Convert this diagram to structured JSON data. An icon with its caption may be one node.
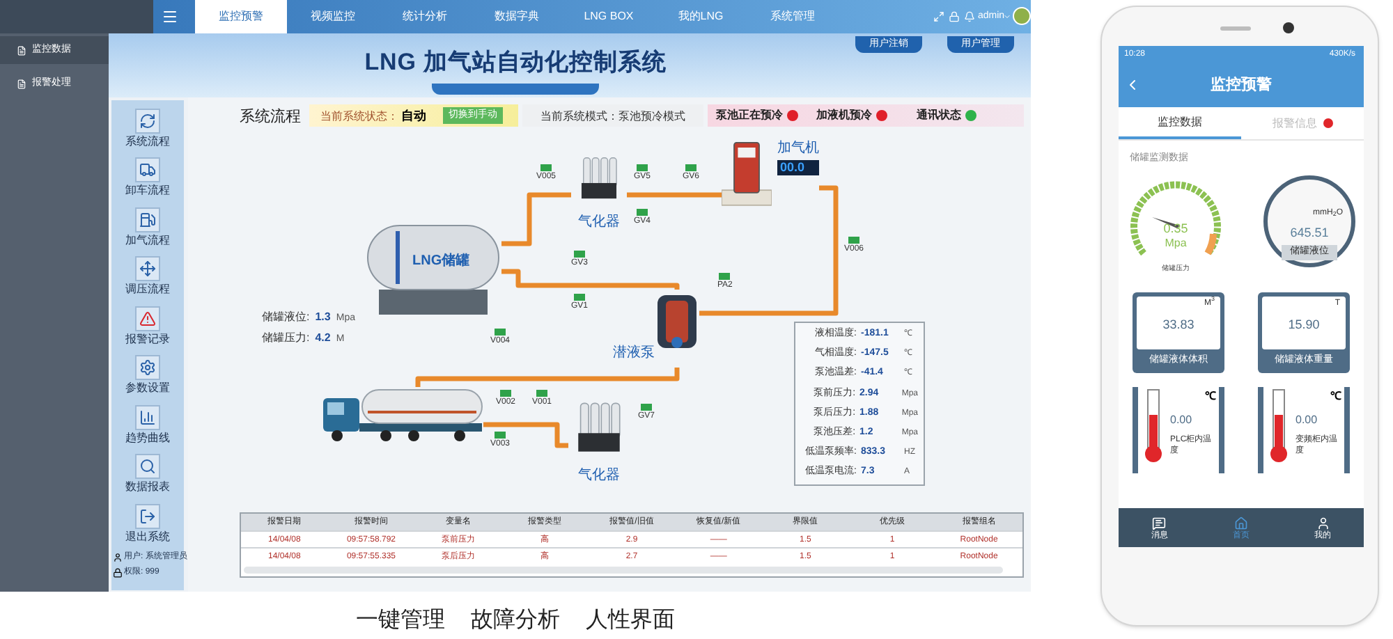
{
  "diagram": {
    "title": "LNG 加气站自动化控制系统",
    "caption": "一键管理 故障分析 人性界面",
    "nodes": [
      {
        "text": [
          "LNG储罐"
        ]
      },
      {
        "text": [
          "气化器"
        ]
      },
      {
        "text": [
          "加气机"
        ]
      },
      {
        "text": [
          "潜液泵"
        ]
      },
      {
        "text": [
          "气化器"
        ]
      },
      {
        "text": [],
        "shape": "picture"
      }
    ],
    "edges": [
      {
        "from": 0,
        "to": 1,
        "arrow": "none"
      },
      {
        "from": 1,
        "to": 2,
        "arrow": "none"
      },
      {
        "from": 0,
        "to": 3,
        "arrow": "none"
      },
      {
        "from": 3,
        "to": 2,
        "arrow": "none"
      },
      {
        "from": 5,
        "to": 4,
        "arrow": "none"
      },
      {
        "from": 5,
        "to": 3,
        "arrow": "none"
      }
    ],
    "labels": [
      "监控预警",
      "视频监控",
      "统计分析",
      "数据字典",
      "LNG BOX",
      "我的LNG",
      "系统管理",
      "admin",
      "用户注销",
      "用户管理",
      "监控数据",
      "报警处理",
      "系统流程",
      "卸车流程",
      "加气流程",
      "调压流程",
      "报警记录",
      "参数设置",
      "趋势曲线",
      "数据报表",
      "退出系统",
      "用户: 系统管理员",
      "权限: 999",
      "系统流程",
      "当前系统状态：",
      "自动",
      "切换到手动",
      "当前系统模式：泵池预冷模式",
      "泵池正在预冷",
      "加液机预冷",
      "通讯状态",
      "V005",
      "GV5",
      "GV6",
      "GV4",
      "V006",
      "GV3",
      "GV1",
      "PA2",
      "V004",
      "V002",
      "V001",
      "V003",
      "GV7",
      "00.0",
      "储罐液位:",
      "1.3",
      "Mpa",
      "储罐压力:",
      "4.2",
      "M",
      "液相温度:",
      "-181.1",
      "℃",
      "气相温度:",
      "-147.5",
      "℃",
      "泵池温差:",
      "-41.4",
      "℃",
      "泵前压力:",
      "2.94",
      "Mpa",
      "泵后压力:",
      "1.88",
      "Mpa",
      "泵池压差:",
      "1.2",
      "Mpa",
      "低温泵频率:",
      "833.3",
      "HZ",
      "低温泵电流:",
      "7.3",
      "A",
      "报警日期",
      "报警时间",
      "变量名",
      "报警类型",
      "报警值/旧值",
      "恢复值/新值",
      "界限值",
      "优先级",
      "报警组名",
      "14/04/08",
      "09:57:58.792",
      "泵前压力",
      "高",
      "2.9",
      "——",
      "1.5",
      "1",
      "RootNode",
      "14/04/08",
      "09:57:55.335",
      "泵后压力",
      "高",
      "2.7",
      "——",
      "1.5",
      "1",
      "RootNode",
      "10:28",
      "430K/s",
      "监控预警",
      "监控数据",
      "报警信息",
      "储罐监测数据",
      "0.35",
      "Mpa",
      "储罐压力",
      "mmH$_{2}$O",
      "645.51",
      "储罐液位",
      "M$^{3}$",
      "33.83",
      "储罐液体体积",
      "T",
      "15.90",
      "储罐液体重量",
      "℃",
      "0.00",
      "PLC柜内温度",
      "℃",
      "0.00",
      "变频柜内温度",
      "消息",
      "首页",
      "我的"
    ]
  }
}
